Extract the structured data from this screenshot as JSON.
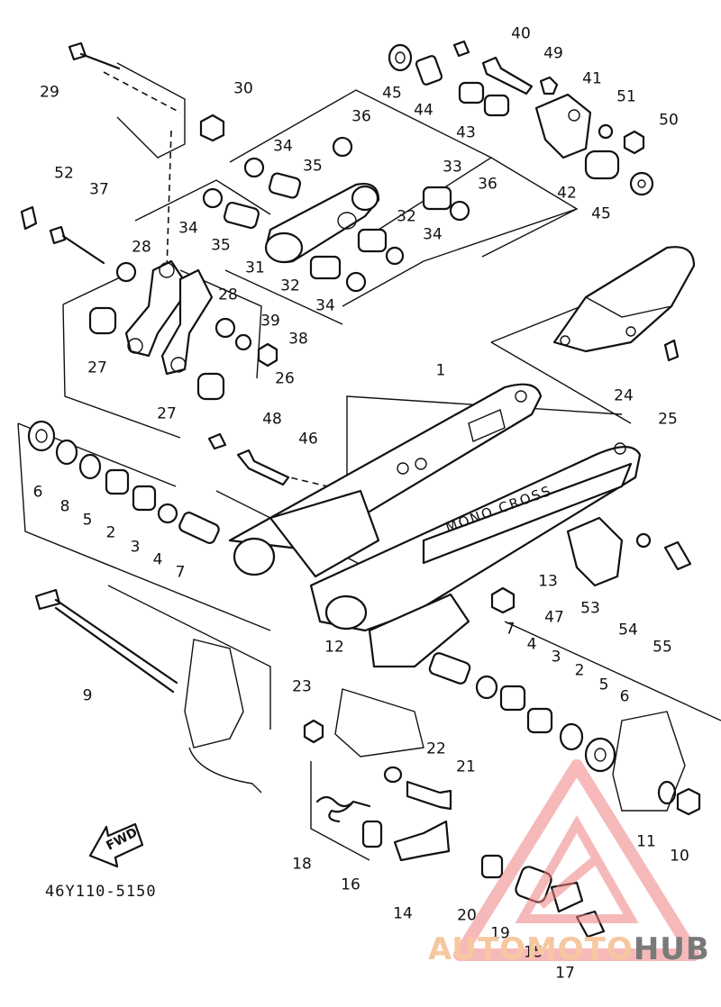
{
  "diagram": {
    "code": "46Y110-5150",
    "direction_label": "FWD",
    "swingarm_label": "MONO CROSS",
    "watermark": {
      "part1": "AUTOMOTO",
      "part2": "HUB",
      "color1": "#f6c8a0",
      "color2": "#7a7a7a",
      "logo_color": "#f08080"
    },
    "callouts": [
      "1",
      "2",
      "2",
      "3",
      "3",
      "4",
      "4",
      "5",
      "5",
      "6",
      "6",
      "7",
      "7",
      "8",
      "9",
      "10",
      "11",
      "12",
      "13",
      "14",
      "15",
      "16",
      "17",
      "18",
      "19",
      "20",
      "21",
      "22",
      "23",
      "24",
      "25",
      "26",
      "27",
      "27",
      "28",
      "28",
      "29",
      "30",
      "31",
      "32",
      "32",
      "33",
      "34",
      "34",
      "34",
      "34",
      "35",
      "35",
      "36",
      "36",
      "37",
      "38",
      "39",
      "40",
      "41",
      "42",
      "43",
      "44",
      "45",
      "45",
      "46",
      "47",
      "48",
      "49",
      "50",
      "51",
      "52",
      "53",
      "54",
      "55"
    ]
  }
}
